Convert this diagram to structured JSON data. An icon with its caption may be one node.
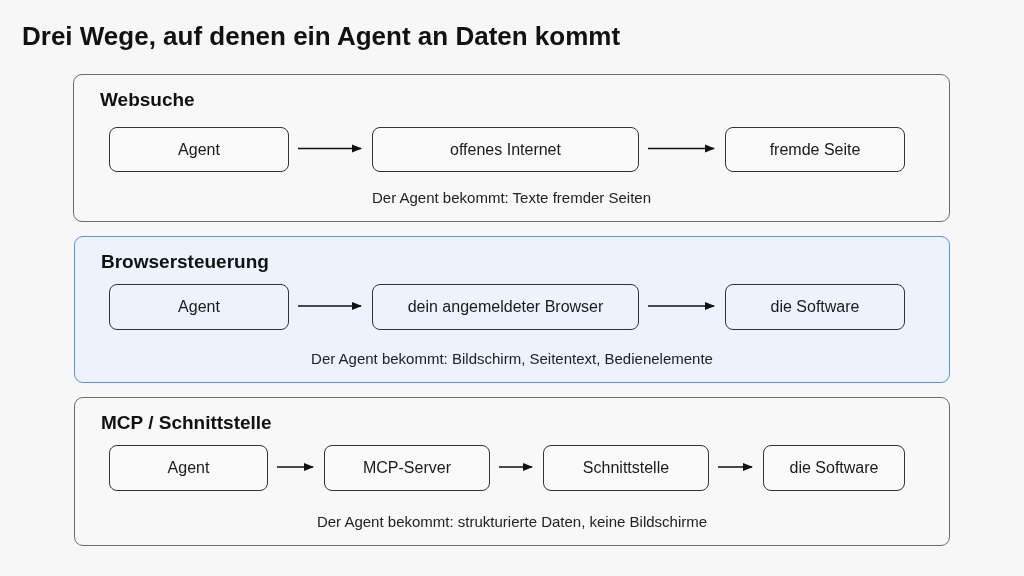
{
  "diagram": {
    "title": "Drei Wege, auf denen ein Agent an Daten kommt",
    "nodes": [
      {
        "text": [
          "Websuche",
          "Der Agent bekommt: Texte fremder Seiten"
        ]
      },
      {
        "text": [
          "Agent"
        ],
        "in": 0
      },
      {
        "text": [
          "offenes Internet"
        ],
        "in": 0
      },
      {
        "text": [
          "fremde Seite"
        ],
        "in": 0
      },
      {
        "text": [
          "Browsersteuerung",
          "Der Agent bekommt: Bildschirm, Seitentext, Bedienelemente"
        ]
      },
      {
        "text": [
          "Agent"
        ],
        "in": 4
      },
      {
        "text": [
          "dein angemeldeter Browser"
        ],
        "in": 4
      },
      {
        "text": [
          "die Software"
        ],
        "in": 4
      },
      {
        "text": [
          "MCP / Schnittstelle",
          "Der Agent bekommt: strukturierte Daten, keine Bildschirme"
        ]
      },
      {
        "text": [
          "Agent"
        ],
        "in": 8
      },
      {
        "text": [
          "MCP-Server"
        ],
        "in": 8
      },
      {
        "text": [
          "Schnittstelle"
        ],
        "in": 8
      },
      {
        "text": [
          "die Software"
        ],
        "in": 8
      }
    ],
    "edges": [
      {
        "from": 1,
        "to": 2,
        "arrow": "to"
      },
      {
        "from": 2,
        "to": 3,
        "arrow": "to"
      },
      {
        "from": 5,
        "to": 6,
        "arrow": "to"
      },
      {
        "from": 6,
        "to": 7,
        "arrow": "to"
      },
      {
        "from": 9,
        "to": 10,
        "arrow": "to"
      },
      {
        "from": 10,
        "to": 11,
        "arrow": "to"
      },
      {
        "from": 11,
        "to": 12,
        "arrow": "to"
      }
    ]
  }
}
